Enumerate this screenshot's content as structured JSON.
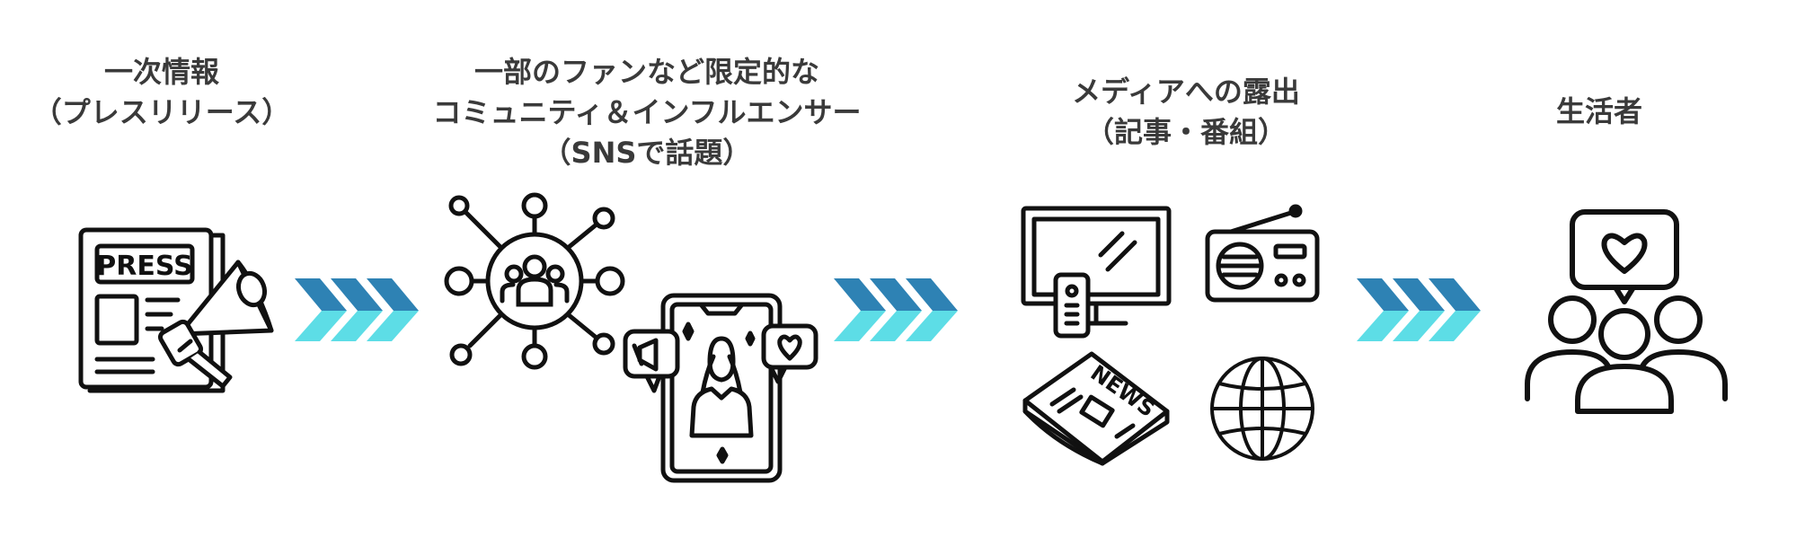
{
  "stages": [
    {
      "id": "primary-info",
      "lines": [
        "一次情報",
        "（プレスリリース）"
      ]
    },
    {
      "id": "community",
      "lines": [
        "一部のファンなど限定的な",
        "コミュニティ＆インフルエンサー",
        "（SNSで話題）"
      ]
    },
    {
      "id": "media",
      "lines": [
        "メディアへの露出",
        "（記事・番組）"
      ]
    },
    {
      "id": "consumers",
      "lines": [
        "生活者"
      ]
    }
  ],
  "icons": {
    "press_label": "PRESS",
    "news_label": "NEWS"
  },
  "colors": {
    "arrow_dark": "#2e82b4",
    "arrow_light": "#5ddde6",
    "icon_stroke": "#111111",
    "text": "#3a3a3a"
  }
}
